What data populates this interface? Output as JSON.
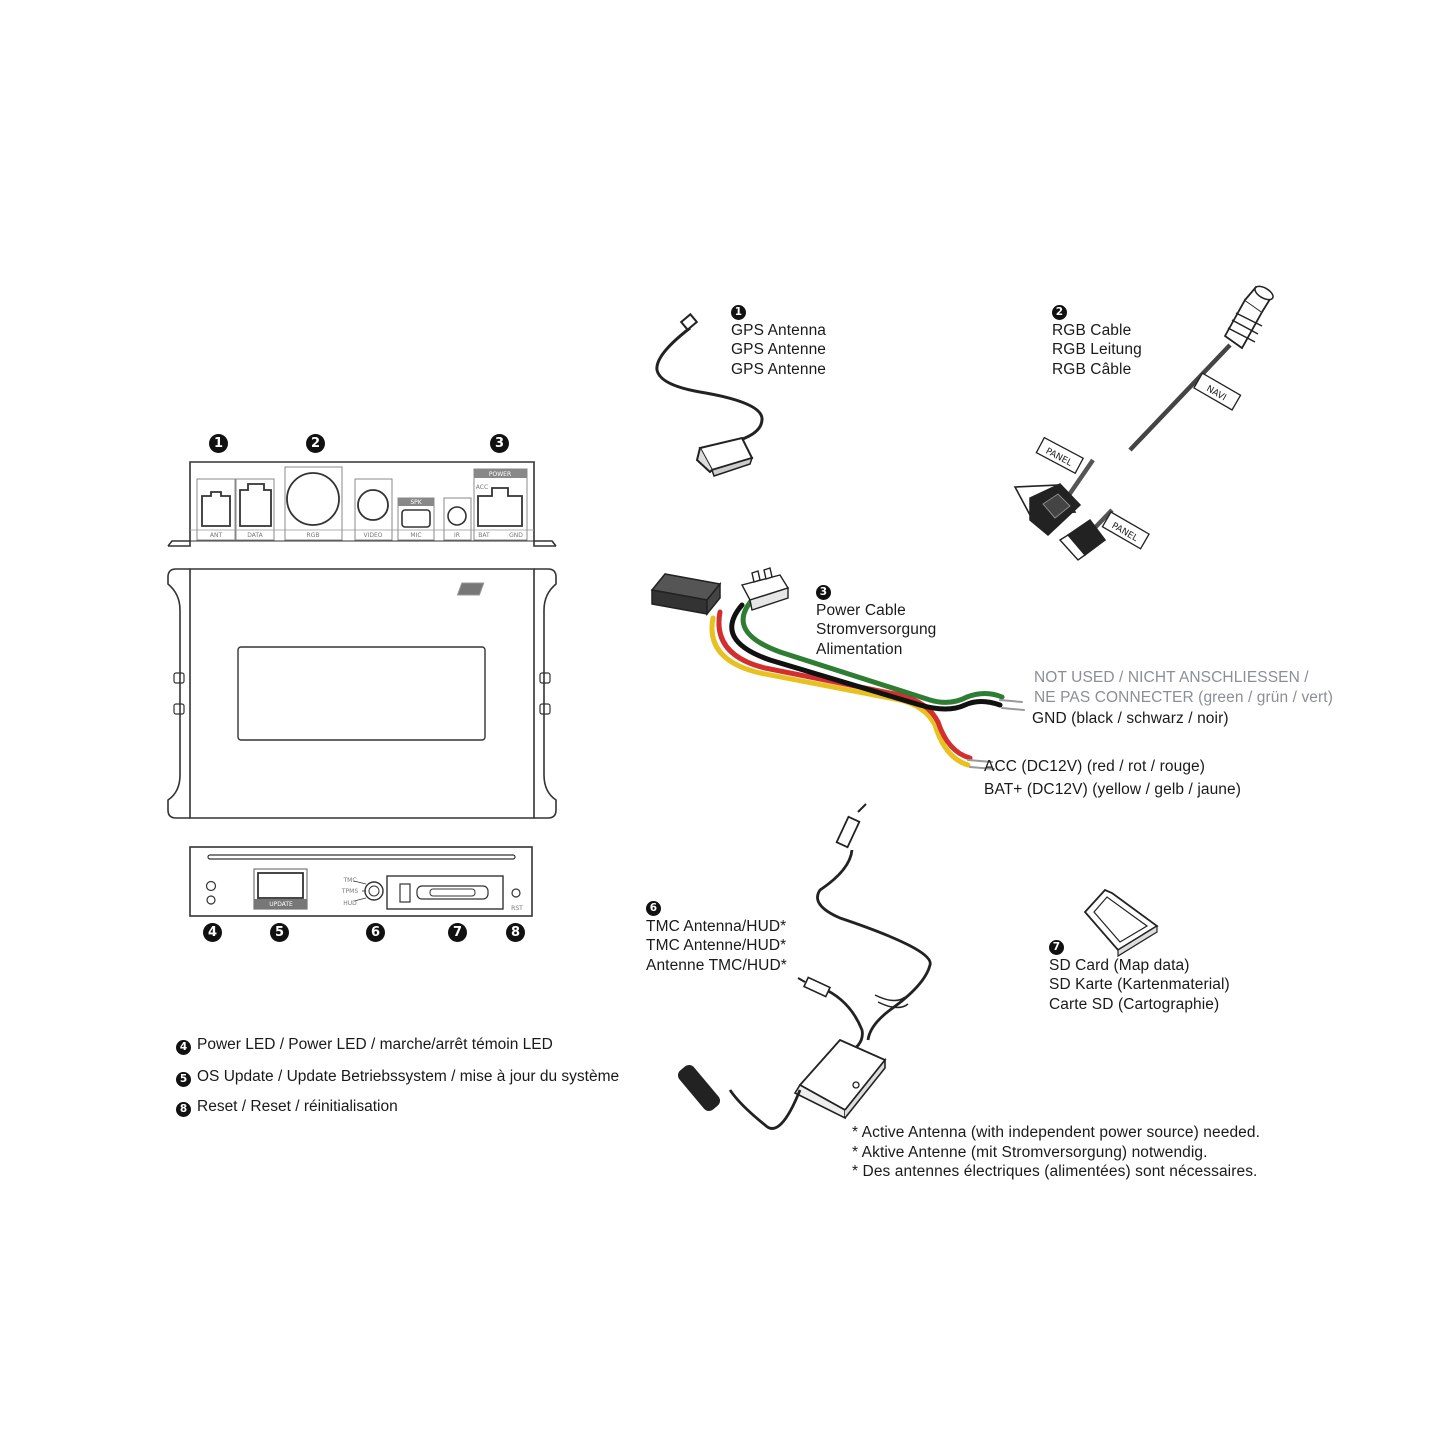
{
  "diagram": {
    "device_back_badges": [
      "1",
      "2",
      "3"
    ],
    "device_front_badges": [
      "4",
      "5",
      "6",
      "7",
      "8"
    ],
    "port_labels": {
      "ant": "ANT",
      "data": "DATA",
      "rgb": "RGB",
      "video": "VIDEO",
      "spk": "SPK",
      "mic": "MIC",
      "ir": "IR",
      "power": "POWER",
      "acc": "ACC",
      "bat": "BAT",
      "gnd": "GND"
    },
    "front_labels": {
      "update": "UPDATE",
      "tmc": "TMC",
      "tpms": "TPMS",
      "hud": "HUD",
      "rst": "RST"
    },
    "gps": {
      "badge": "1",
      "lines": [
        "GPS Antenna",
        "GPS Antenne",
        "GPS Antenne"
      ]
    },
    "rgb": {
      "badge": "2",
      "lines": [
        "RGB Cable",
        "RGB Leitung",
        "RGB Câble"
      ],
      "tags": {
        "navi": "NAVI",
        "panel1": "PANEL",
        "panel2": "PANEL"
      }
    },
    "power": {
      "badge": "3",
      "lines": [
        "Power Cable",
        "Stromversorgung",
        "Alimentation"
      ],
      "not_used": [
        "NOT USED / NICHT ANSCHLIESSEN /",
        "NE PAS CONNECTER (green / grün / vert)"
      ],
      "gnd": "GND (black / schwarz / noir)",
      "acc": "ACC (DC12V) (red / rot / rouge)",
      "bat": "BAT+ (DC12V) (yellow / gelb / jaune)",
      "colors": {
        "green": "#2e7d32",
        "black": "#111111",
        "red": "#d32f2f",
        "yellow": "#e8c020"
      }
    },
    "tmc": {
      "badge": "6",
      "lines": [
        "TMC Antenna/HUD*",
        "TMC Antenne/HUD*",
        "Antenne TMC/HUD*"
      ]
    },
    "sd": {
      "badge": "7",
      "lines": [
        "SD Card (Map data)",
        "SD Karte (Kartenmaterial)",
        "Carte SD (Cartographie)"
      ]
    },
    "footnote": [
      "* Active Antenna (with independent power source) needed.",
      "* Aktive Antenne (mit Stromversorgung) notwendig.",
      "* Des antennes électriques (alimentées) sont nécessaires."
    ],
    "legend": [
      {
        "badge": "4",
        "text": "Power LED / Power LED / marche/arrêt témoin LED"
      },
      {
        "badge": "5",
        "text": "OS Update / Update Betriebssystem / mise à jour du système"
      },
      {
        "badge": "8",
        "text": "Reset / Reset / réinitialisation"
      }
    ]
  }
}
